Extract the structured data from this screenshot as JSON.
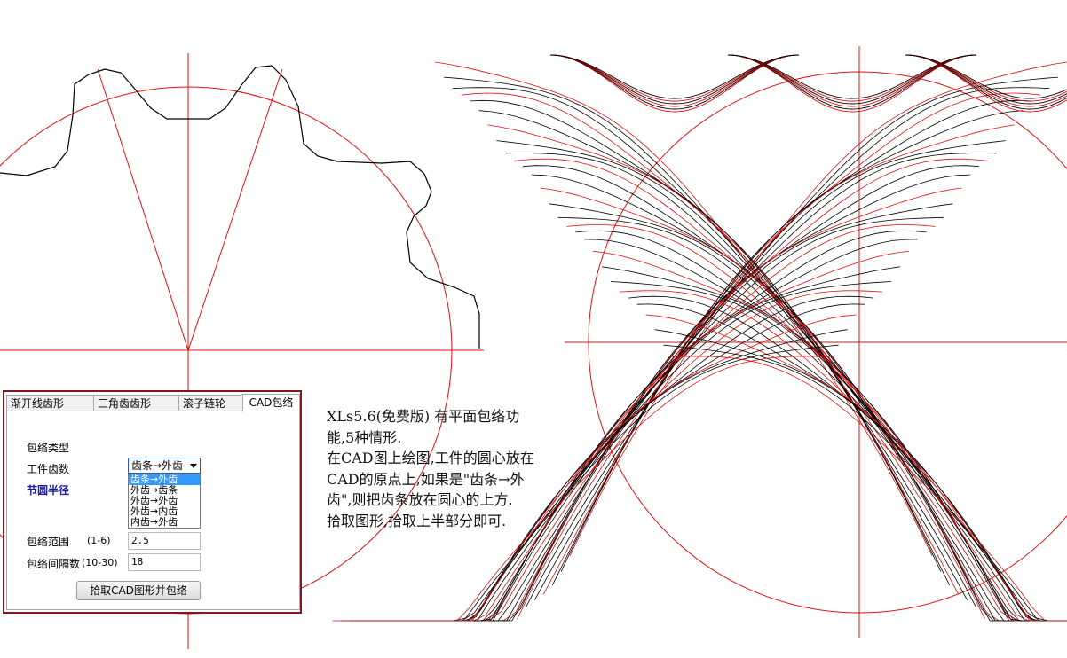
{
  "tabs": [
    {
      "label": "渐开线齿形"
    },
    {
      "label": "三角齿齿形"
    },
    {
      "label": "滚子链轮"
    },
    {
      "label": "CAD包络"
    }
  ],
  "form": {
    "envelope_type_label": "包络类型",
    "envelope_type_value": "齿条→外齿",
    "options": [
      "齿条→外齿",
      "外齿→齿条",
      "外齿→外齿",
      "外齿→内齿",
      "内齿→外齿"
    ],
    "tooth_count_label": "工件齿数",
    "pitch_radius_label": "节圆半径",
    "range_label": "包络范围",
    "range_hint": "(1-6)",
    "range_value": "2.5",
    "interval_label": "包络间隔数",
    "interval_hint": "(10-30)",
    "interval_value": "18",
    "pick_button": "拾取CAD图形并包络"
  },
  "description": [
    "XLs5.6(免费版) 有平面包络功",
    "能,5种情形.",
    "在CAD图上绘图,工件的圆心放在",
    "CAD的原点上,如果是\"齿条→外",
    "齿\",则把齿条放在圆心的上方.",
    "",
    "拾取图形,拾取上半部分即可."
  ],
  "colors": {
    "red": "#e01010",
    "black": "#000000",
    "panel_border": "#7a1a22",
    "selected": "#3399ff"
  }
}
